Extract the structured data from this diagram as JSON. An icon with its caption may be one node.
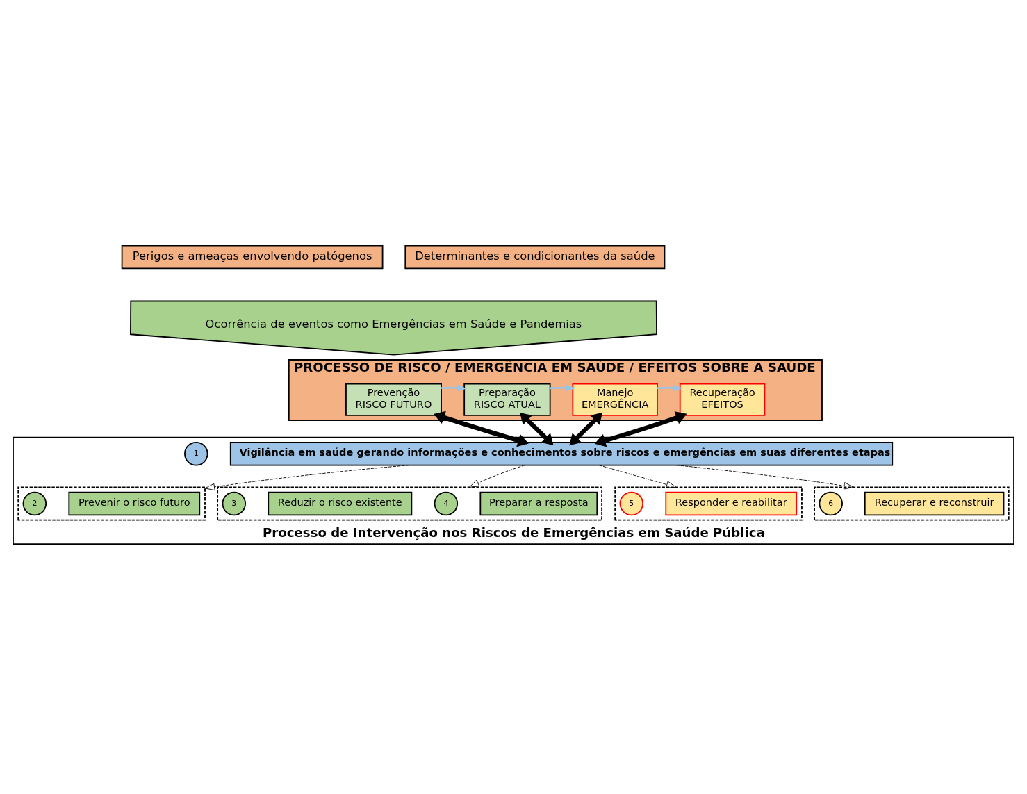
{
  "diagram": {
    "nodes": [
      {
        "text": [
          "Perigos e ameaças envolvendo patógenos"
        ]
      },
      {
        "text": [
          "Determinantes e condicionantes da saúde"
        ]
      },
      {
        "text": [
          "Ocorrência de eventos como Emergências em Saúde e Pandemias"
        ]
      },
      {
        "text": [
          "PROCESSO DE RISCO / EMERGÊNCIA EM SAÚDE / EFEITOS SOBRE A SAÚDE"
        ]
      },
      {
        "text": [
          "Prevenção",
          "RISCO FUTURO"
        ],
        "in": 3
      },
      {
        "text": [
          "Preparação",
          "RISCO ATUAL"
        ],
        "in": 3
      },
      {
        "text": [
          "Manejo",
          "EMERGÊNCIA"
        ],
        "in": 3
      },
      {
        "text": [
          "Recuperação",
          "EFEITOS"
        ],
        "in": 3
      },
      {
        "text": [
          "Processo de Intervenção nos Riscos de Emergências em Saúde Pública"
        ]
      },
      {
        "text": [
          "1"
        ],
        "in": 8
      },
      {
        "text": [
          "Vigilância em saúde gerando informações e conhecimentos sobre riscos e emergências em suas diferentes etapas"
        ],
        "in": 8
      },
      {
        "text": [],
        "shape": "box",
        "in": 8
      },
      {
        "text": [
          "2"
        ],
        "in": 11
      },
      {
        "text": [
          "Prevenir o risco futuro"
        ],
        "in": 11
      },
      {
        "text": [],
        "shape": "box",
        "in": 8
      },
      {
        "text": [
          "3"
        ],
        "in": 14
      },
      {
        "text": [
          "Reduzir o risco existente"
        ],
        "in": 14
      },
      {
        "text": [
          "4"
        ],
        "in": 14
      },
      {
        "text": [
          "Preparar a resposta"
        ],
        "in": 14
      },
      {
        "text": [],
        "shape": "box",
        "in": 8
      },
      {
        "text": [
          "5"
        ],
        "in": 19
      },
      {
        "text": [
          "Responder e reabilitar"
        ],
        "in": 19
      },
      {
        "text": [],
        "shape": "box",
        "in": 8
      },
      {
        "text": [
          "6"
        ],
        "in": 22
      },
      {
        "text": [
          "Recuperar e reconstruir"
        ],
        "in": 22
      }
    ],
    "edges": [
      {
        "from": 4,
        "to": 5,
        "arrow": "to",
        "color": "#9dc3e6"
      },
      {
        "from": 5,
        "to": 6,
        "arrow": "to",
        "color": "#9dc3e6"
      },
      {
        "from": 6,
        "to": 7,
        "arrow": "to",
        "color": "#9dc3e6"
      },
      {
        "from": 4,
        "to": 10,
        "arrow": "both",
        "style": "thick"
      },
      {
        "from": 5,
        "to": 10,
        "arrow": "both",
        "style": "thick"
      },
      {
        "from": 6,
        "to": 10,
        "arrow": "both",
        "style": "thick"
      },
      {
        "from": 7,
        "to": 10,
        "arrow": "both",
        "style": "thick"
      },
      {
        "from": 10,
        "to": 11,
        "arrow": "to",
        "style": "dashed"
      },
      {
        "from": 10,
        "to": 14,
        "arrow": "to",
        "style": "dashed"
      },
      {
        "from": 10,
        "to": 19,
        "arrow": "to",
        "style": "dashed"
      },
      {
        "from": 10,
        "to": 22,
        "arrow": "to",
        "style": "dashed"
      }
    ]
  }
}
